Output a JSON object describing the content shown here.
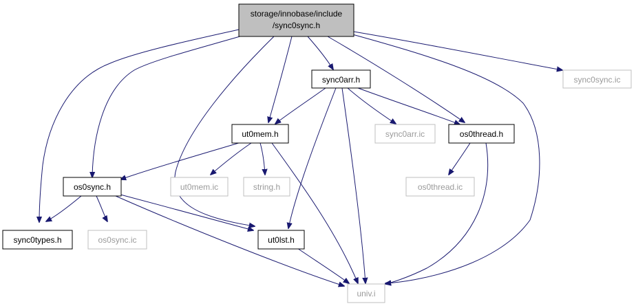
{
  "graph": {
    "colors": {
      "edge": "#191970",
      "root_fill": "#bfbfbf",
      "node_border": "#000000",
      "missing_border": "#bfbfbf",
      "missing_text": "#9a9a9a"
    },
    "nodes": {
      "root": {
        "lines": [
          "storage/innobase/include",
          "/sync0sync.h"
        ]
      },
      "sync0types_h": {
        "lines": [
          "sync0types.h"
        ]
      },
      "os0sync_h": {
        "lines": [
          "os0sync.h"
        ]
      },
      "os0sync_ic": {
        "lines": [
          "os0sync.ic"
        ]
      },
      "ut0mem_h": {
        "lines": [
          "ut0mem.h"
        ]
      },
      "ut0mem_ic": {
        "lines": [
          "ut0mem.ic"
        ]
      },
      "string_h": {
        "lines": [
          "string.h"
        ]
      },
      "ut0lst_h": {
        "lines": [
          "ut0lst.h"
        ]
      },
      "univ_i": {
        "lines": [
          "univ.i"
        ]
      },
      "sync0arr_h": {
        "lines": [
          "sync0arr.h"
        ]
      },
      "sync0arr_ic": {
        "lines": [
          "sync0arr.ic"
        ]
      },
      "os0thread_h": {
        "lines": [
          "os0thread.h"
        ]
      },
      "os0thread_ic": {
        "lines": [
          "os0thread.ic"
        ]
      },
      "sync0sync_ic": {
        "lines": [
          "sync0sync.ic"
        ]
      }
    }
  }
}
